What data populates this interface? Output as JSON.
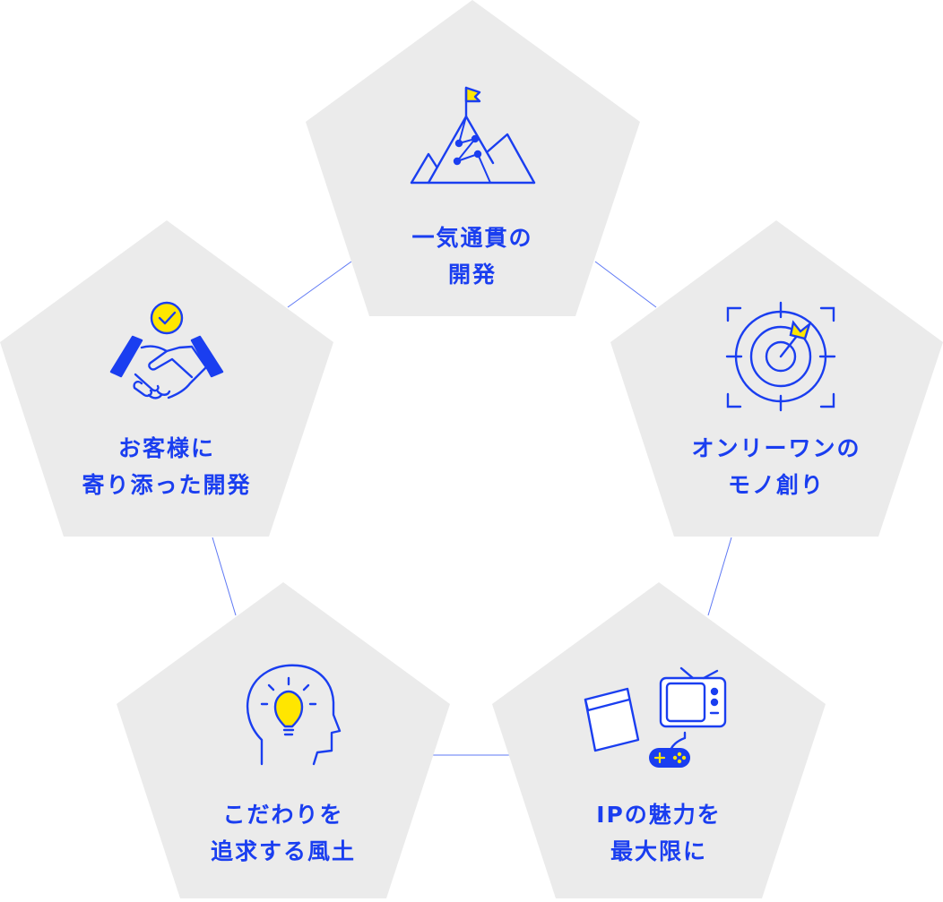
{
  "colors": {
    "pentagon": "#ebebeb",
    "accent": "#1a3ef0",
    "highlight": "#ffe600",
    "connector": "#1a3ef0"
  },
  "nodes": [
    {
      "id": "top",
      "icon": "mountain-flag-icon",
      "line1": "一気通貫の",
      "line2": "開発"
    },
    {
      "id": "right",
      "icon": "target-icon",
      "line1": "オンリーワンの",
      "line2": "モノ創り"
    },
    {
      "id": "bottom-right",
      "icon": "media-book-tv-gamepad-icon",
      "line1": "IPの魅力を",
      "line2": "最大限に"
    },
    {
      "id": "bottom-left",
      "icon": "head-lightbulb-icon",
      "line1": "こだわりを",
      "line2": "追求する風土"
    },
    {
      "id": "left",
      "icon": "handshake-check-icon",
      "line1": "お客様に",
      "line2": "寄り添った開発"
    }
  ]
}
